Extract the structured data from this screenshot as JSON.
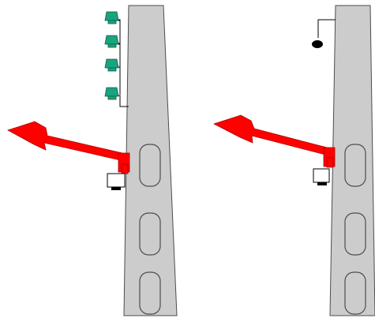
{
  "diagram": {
    "panels": [
      {
        "id": "left",
        "top_fitting": "insulator-stack",
        "insulator_count": 4
      },
      {
        "id": "right",
        "top_fitting": "suspended-weight"
      }
    ],
    "colors": {
      "pole_fill": "#cccccc",
      "pole_stroke": "#4d4d4d",
      "insulator_fill": "#1aa37e",
      "insulator_stroke": "#0b5e47",
      "signal_arm": "#ff0000",
      "signal_arm_stroke": "#b00000",
      "lamp_box": "#ffffff",
      "weight": "#000000"
    },
    "icons": [
      "pole",
      "insulator-icon",
      "semaphore-arm",
      "lamp-box",
      "counterweight"
    ]
  }
}
